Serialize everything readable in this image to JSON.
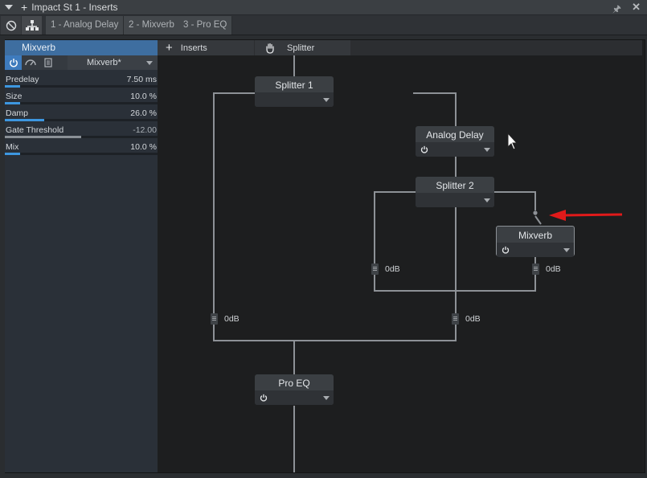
{
  "window": {
    "title": "Impact St 1 - Inserts"
  },
  "tabs": [
    {
      "label": "1 - Analog Delay"
    },
    {
      "label": "2 - Mixverb"
    },
    {
      "label": "3 - Pro EQ"
    }
  ],
  "plugin_panel": {
    "title": "Mixverb",
    "preset": "Mixverb*",
    "params": [
      {
        "name": "Predelay",
        "value": "7.50 ms",
        "level": 0.01
      },
      {
        "name": "Size",
        "value": "10.0 %",
        "level": 0.1
      },
      {
        "name": "Damp",
        "value": "26.0 %",
        "level": 0.26
      },
      {
        "name": "Gate Threshold",
        "value": "-12.00",
        "level": 0.5
      },
      {
        "name": "Mix",
        "value": "10.0 %",
        "level": 0.1
      }
    ]
  },
  "routing_bar": {
    "inserts_label": "Inserts",
    "splitter_label": "Splitter"
  },
  "nodes": {
    "splitter1": "Splitter 1",
    "analog_delay": "Analog Delay",
    "splitter2": "Splitter 2",
    "mixverb": "Mixverb",
    "pro_eq": "Pro EQ"
  },
  "gains": {
    "inner_left": "0dB",
    "inner_right": "0dB",
    "outer_left": "0dB",
    "outer_right": "0dB"
  },
  "colors": {
    "accent": "#3e7bbd",
    "annotation_arrow": "#e01a1a"
  }
}
